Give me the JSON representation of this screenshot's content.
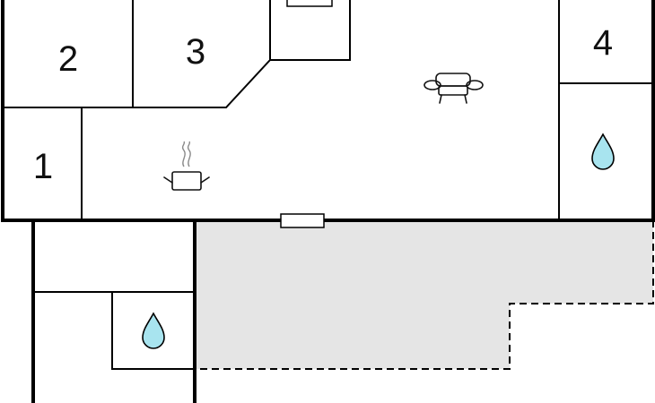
{
  "rooms": [
    {
      "id": "room-1",
      "label": "1"
    },
    {
      "id": "room-2",
      "label": "2"
    },
    {
      "id": "room-3",
      "label": "3"
    },
    {
      "id": "room-4",
      "label": "4"
    }
  ],
  "icons": {
    "kitchen": "cooking-pot-icon",
    "living": "sofa-icon",
    "bathroom": "water-drop-icon"
  },
  "colors": {
    "terrace_fill": "#e5e5e5",
    "water_drop": "#a8e4ef",
    "wall": "#000000"
  }
}
